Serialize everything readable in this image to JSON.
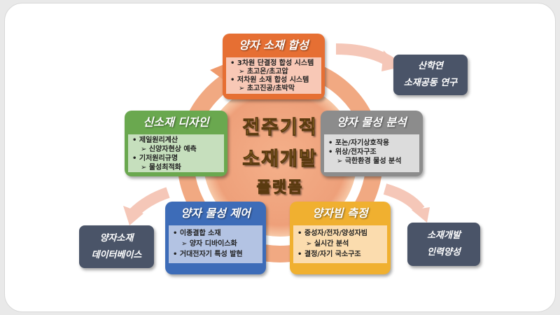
{
  "center": {
    "line1": "전주기적",
    "line2": "소재개발",
    "line3": "플랫폼"
  },
  "boxes": {
    "synthesis": {
      "title": "양자 소재 합성",
      "items": [
        {
          "b": "• 3차원 단결정 합성 시스템"
        },
        {
          "s": "➢ 초고온/초고압"
        },
        {
          "b": "• 저차원 소재 합성 시스템"
        },
        {
          "s": "➢ 초고진공/초박막"
        }
      ]
    },
    "design": {
      "title": "신소재 디자인",
      "items": [
        {
          "b": "• 제일원리계산"
        },
        {
          "s": "➢ 신양자현상 예측"
        },
        {
          "b": "• 기저원리규명"
        },
        {
          "s": "➢ 물성최적화"
        }
      ]
    },
    "analysis": {
      "title": "양자 물성 분석",
      "items": [
        {
          "b": "• 포논/자기상호작용"
        },
        {
          "b": "• 위상/전자구조"
        },
        {
          "s": "➢ 극한환경 물성 분석"
        }
      ]
    },
    "control": {
      "title": "양자 물성 제어",
      "items": [
        {
          "b": "• 이종결합 소재"
        },
        {
          "s": "➢ 양자 디바이스화"
        },
        {
          "b": "• 거대전자기 특성 발현"
        }
      ]
    },
    "beam": {
      "title": "양자빔 측정",
      "items": [
        {
          "b": "• 중성자/전자/양성자빔"
        },
        {
          "s": "➢ 실시간 분석"
        },
        {
          "b": "• 결정/자기 국소구조"
        }
      ]
    }
  },
  "outputs": {
    "industry": {
      "line1": "산학연",
      "line2": "소재공동 연구"
    },
    "database": {
      "line1": "양자소재",
      "line2": "데이터베이스"
    },
    "workforce": {
      "line1": "소재개발",
      "line2": "인력양성"
    }
  },
  "colors": {
    "orange": "#e66f33",
    "green": "#6aa84f",
    "gray": "#8c8c8c",
    "blue": "#3d6cb8",
    "yellow": "#f0b030",
    "dark": "#4a5468"
  }
}
